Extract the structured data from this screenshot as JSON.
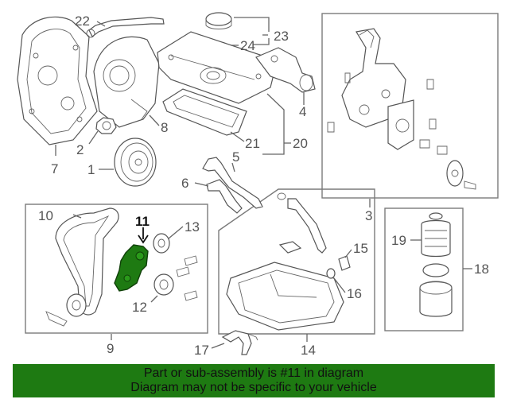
{
  "callouts": {
    "c1": "1",
    "c2": "2",
    "c3": "3",
    "c4": "4",
    "c5": "5",
    "c6": "6",
    "c7": "7",
    "c8": "8",
    "c9": "9",
    "c10": "10",
    "c11": "11",
    "c12": "12",
    "c13": "13",
    "c14": "14",
    "c15": "15",
    "c16": "16",
    "c17": "17",
    "c18": "18",
    "c19": "19",
    "c20": "20",
    "c21": "21",
    "c22": "22",
    "c23": "23",
    "c24": "24"
  },
  "highlight": {
    "part": "11",
    "color": "#1e7a12"
  },
  "banner": {
    "line1": "Part or sub-assembly is #11 in diagram",
    "line2": "Diagram may not be specific to your vehicle",
    "background": "#1e7a12"
  }
}
